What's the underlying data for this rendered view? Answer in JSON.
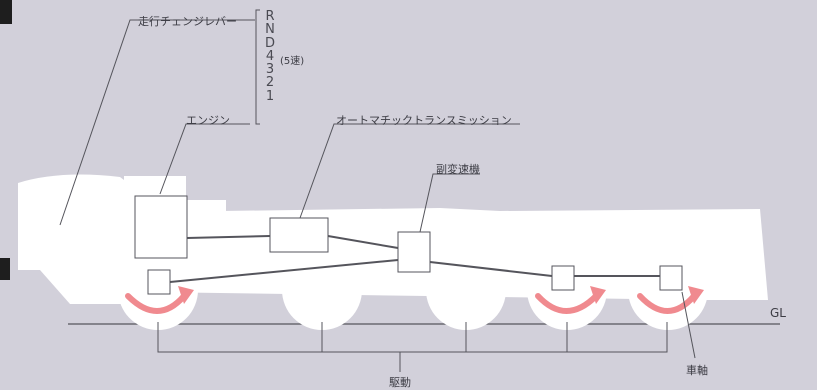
{
  "labels": {
    "shift_lever": "走行チェンジレバー",
    "engine": "エンジン",
    "transmission": "オートマチックトランスミッション",
    "transfer": "副変速機",
    "gl": "GL",
    "axle": "車軸",
    "drive": "駆動",
    "speeds": "(5速)"
  },
  "gear_positions": [
    "R",
    "N",
    "D",
    "4",
    "3",
    "2",
    "1"
  ],
  "colors": {
    "background": "#d2d0da",
    "vehicle": "#ffffff",
    "line": "#55555c",
    "arrow": "#f08a8f"
  }
}
